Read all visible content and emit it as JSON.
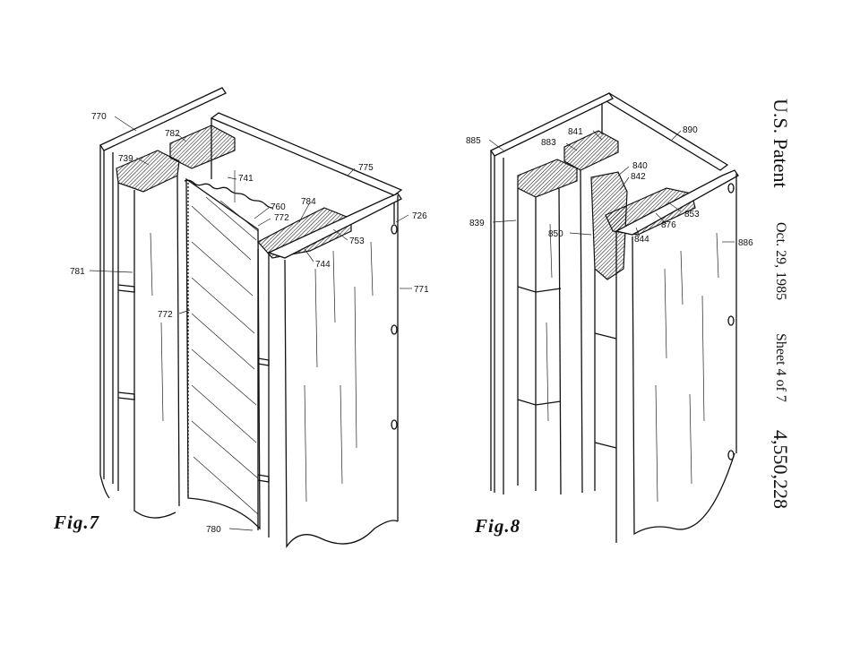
{
  "header": {
    "patent_label": "U.S. Patent",
    "date": "Oct. 29, 1985",
    "sheet": "Sheet 4 of 7",
    "patent_number": "4,550,228"
  },
  "figures": [
    {
      "label": "Fig.7",
      "refs": [
        "770",
        "782",
        "739",
        "741",
        "775",
        "760",
        "772",
        "784",
        "726",
        "753",
        "744",
        "781",
        "772",
        "771",
        "780"
      ]
    },
    {
      "label": "Fig.8",
      "refs": [
        "885",
        "841",
        "890",
        "883",
        "840",
        "842",
        "839",
        "850",
        "853",
        "876",
        "844",
        "886"
      ]
    }
  ]
}
